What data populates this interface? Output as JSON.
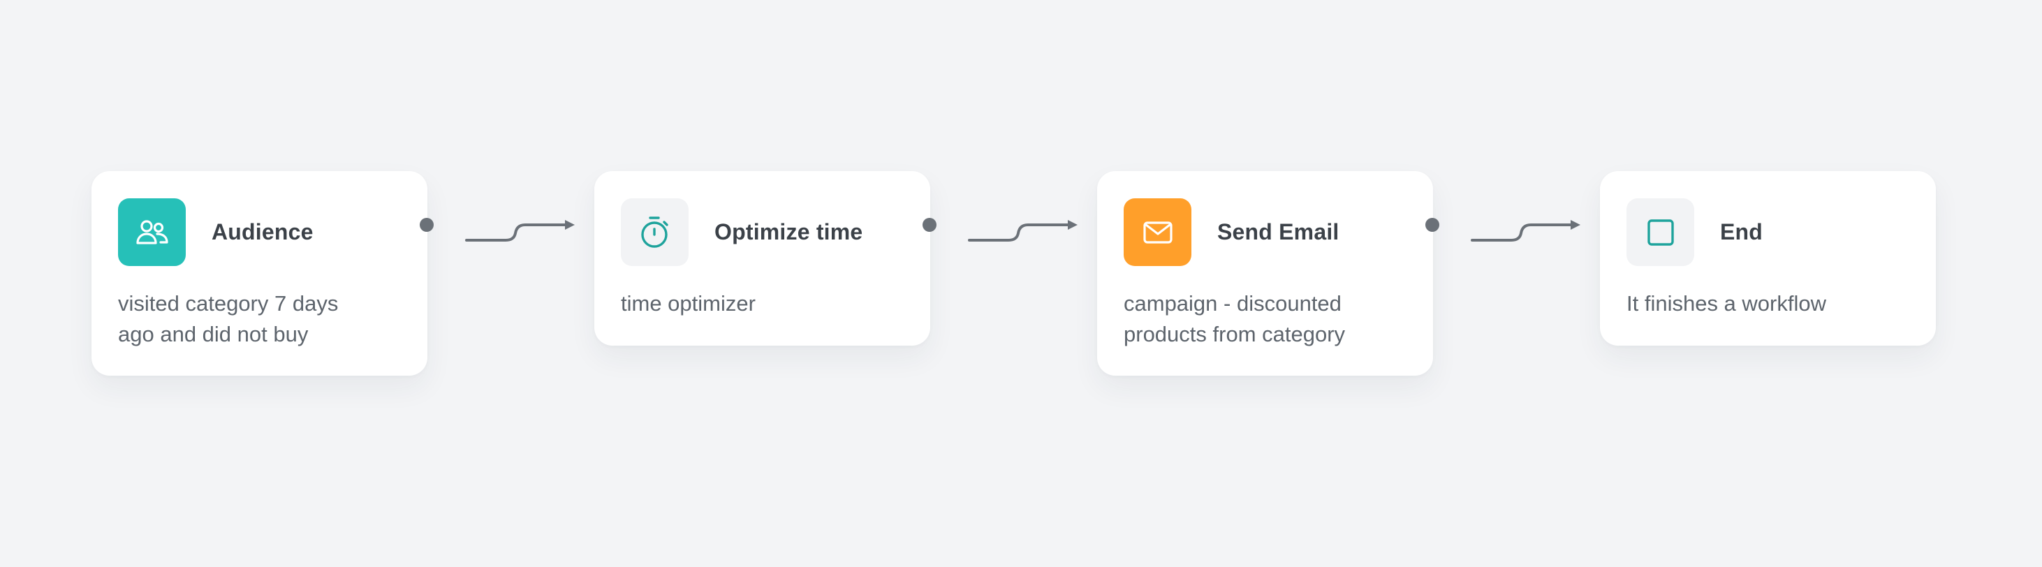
{
  "workflow": {
    "nodes": [
      {
        "id": "audience",
        "title": "Audience",
        "description": "visited category 7 days\nago and did not buy",
        "icon": "users-icon",
        "icon_color": "#26c0b8"
      },
      {
        "id": "optimize",
        "title": "Optimize time",
        "description": "time optimizer",
        "icon": "stopwatch-icon",
        "icon_color": "#f2f3f5"
      },
      {
        "id": "email",
        "title": "Send Email",
        "description": "campaign - discounted\nproducts from category",
        "icon": "envelope-icon",
        "icon_color": "#ff9f2a"
      },
      {
        "id": "end",
        "title": "End",
        "description": "It finishes a workflow",
        "icon": "square-icon",
        "icon_color": "#f2f3f5"
      }
    ]
  }
}
